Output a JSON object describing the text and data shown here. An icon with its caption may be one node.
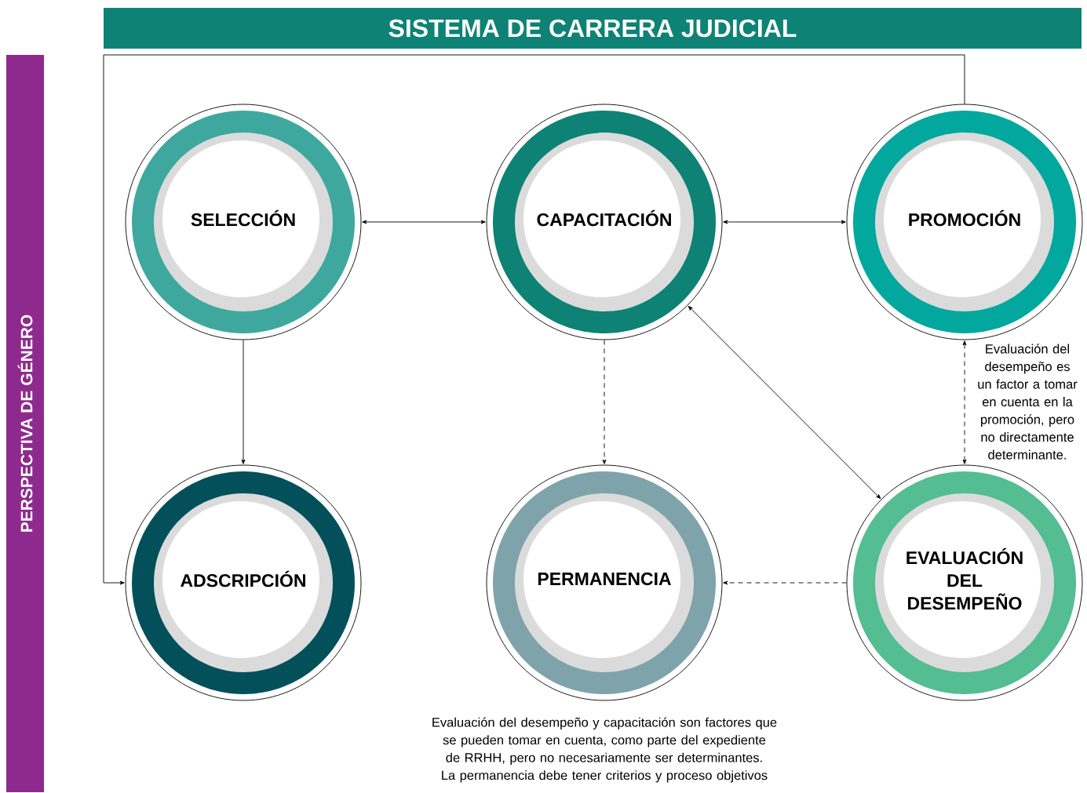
{
  "diagram": {
    "title": "SISTEMA DE CARRERA JUDICIAL",
    "nodes": [
      {
        "text": [
          "PERSPECTIVA DE GÉNERO"
        ]
      },
      {
        "text": [
          "SELECCIÓN"
        ]
      },
      {
        "text": [
          "CAPACITACIÓN"
        ]
      },
      {
        "text": [
          "PROMOCIÓN"
        ]
      },
      {
        "text": [
          "ADSCRIPCIÓN"
        ]
      },
      {
        "text": [
          "PERMANENCIA"
        ],
        "beside": [
          "Evaluación del desempeño y capacitación son factores que se pueden tomar en cuenta, como parte del expediente de RRHH, pero no necesariamente ser determinantes. La permanencia debe tener criterios y proceso objetivos"
        ]
      },
      {
        "text": [
          "EVALUACIÓN DEL DESEMPEÑO"
        ]
      }
    ],
    "edges": [
      {
        "from": 1,
        "to": 2,
        "arrow": "both"
      },
      {
        "from": 2,
        "to": 3,
        "arrow": "both"
      },
      {
        "from": 1,
        "to": 4,
        "arrow": "to"
      },
      {
        "from": 3,
        "to": 4,
        "arrow": "to"
      },
      {
        "from": 2,
        "to": 5,
        "arrow": "to",
        "style": "dashed"
      },
      {
        "from": 2,
        "to": 6,
        "arrow": "both"
      },
      {
        "from": 6,
        "to": 3,
        "arrow": "both",
        "style": "dashed",
        "label": "Evaluación del desempeño es un factor a tomar en cuenta en la promoción, pero no directamente determinante."
      },
      {
        "from": 6,
        "to": 5,
        "arrow": "to",
        "style": "dashed"
      }
    ]
  }
}
